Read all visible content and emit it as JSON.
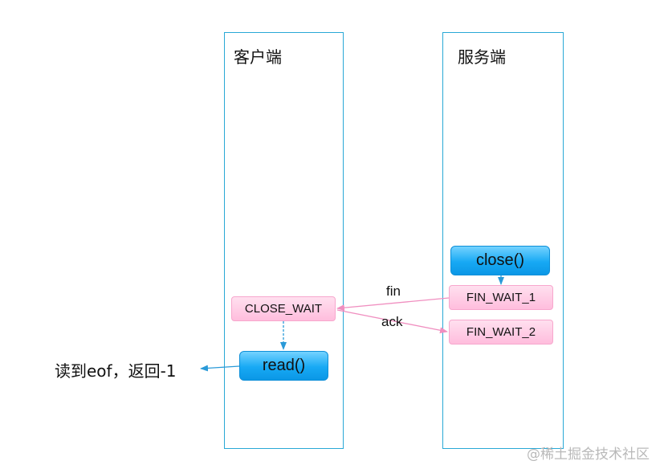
{
  "lanes": {
    "client": {
      "title": "客户端"
    },
    "server": {
      "title": "服务端"
    }
  },
  "nodes": {
    "close_call": "close()",
    "fin_wait_1": "FIN_WAIT_1",
    "fin_wait_2": "FIN_WAIT_2",
    "close_wait": "CLOSE_WAIT",
    "read_call": "read()"
  },
  "messages": {
    "fin": "fin",
    "ack": "ack"
  },
  "result_text": "读到eof，返回-1",
  "watermark": "@稀土掘金技术社区",
  "colors": {
    "lane_border": "#29a8d6",
    "blue_button": "#17a9f4",
    "pink_state": "#ffc6e2",
    "pink_arrow": "#f08fc0",
    "blue_arrow": "#2a9ad8"
  }
}
